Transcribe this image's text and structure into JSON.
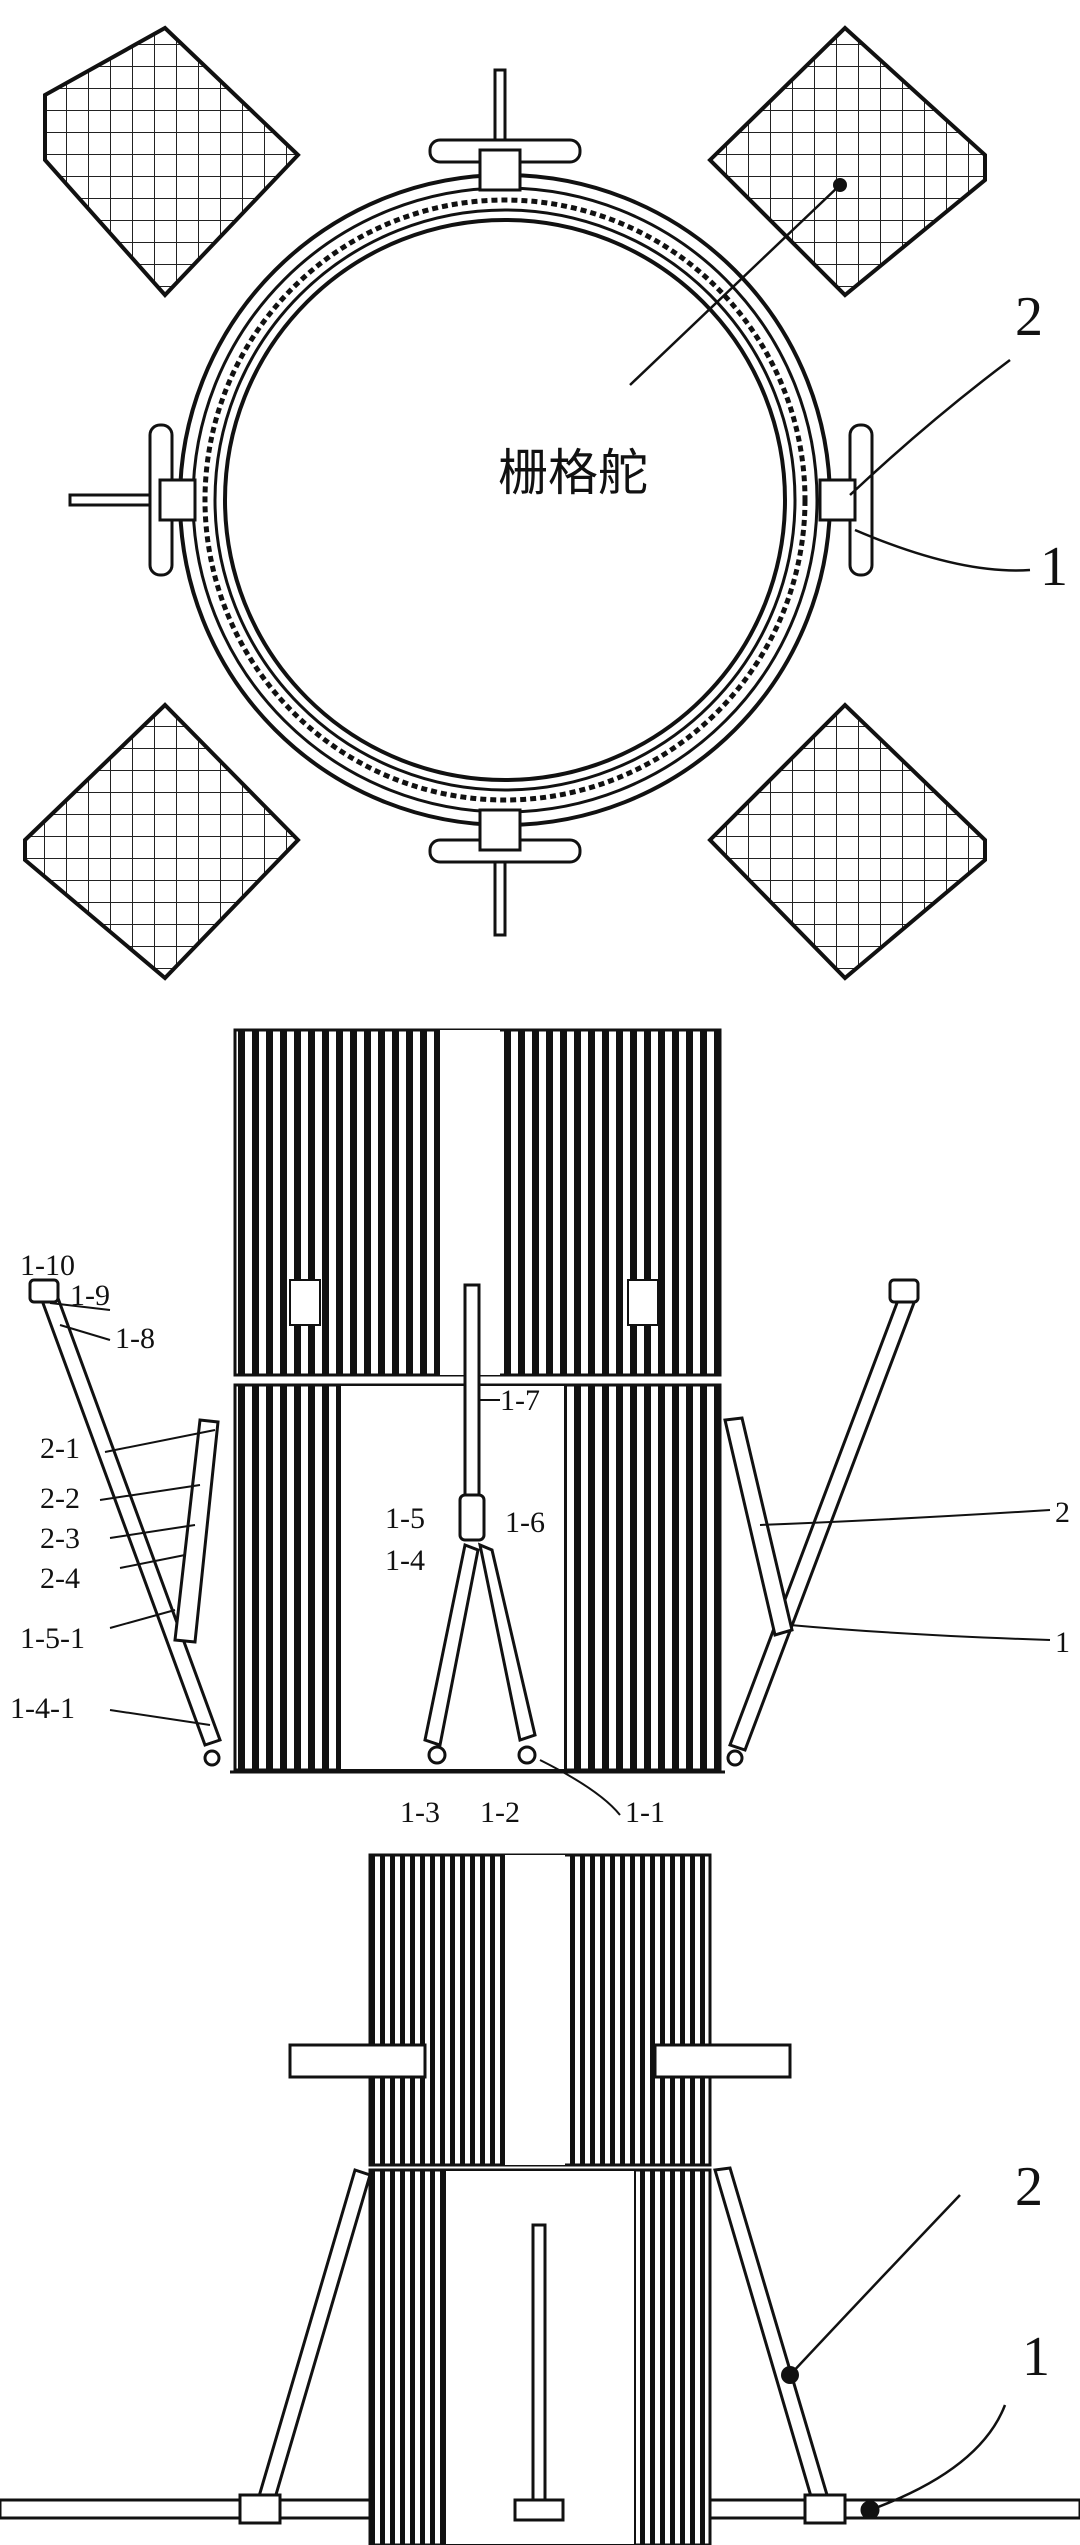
{
  "figure1": {
    "title_cn": "栅格舵",
    "label_2": "2",
    "label_1": "1"
  },
  "figure2": {
    "labels_left": [
      "1-10",
      "1-9",
      "1-8",
      "2-1",
      "2-2",
      "2-3",
      "2-4",
      "1-5-1",
      "1-4-1"
    ],
    "labels_center": [
      "1-7",
      "1-5",
      "1-6",
      "1-4"
    ],
    "labels_bottom": [
      "1-3",
      "1-2",
      "1-1"
    ],
    "label_2": "2",
    "label_1": "1"
  },
  "figure3": {
    "label_2": "2",
    "label_1": "1"
  }
}
